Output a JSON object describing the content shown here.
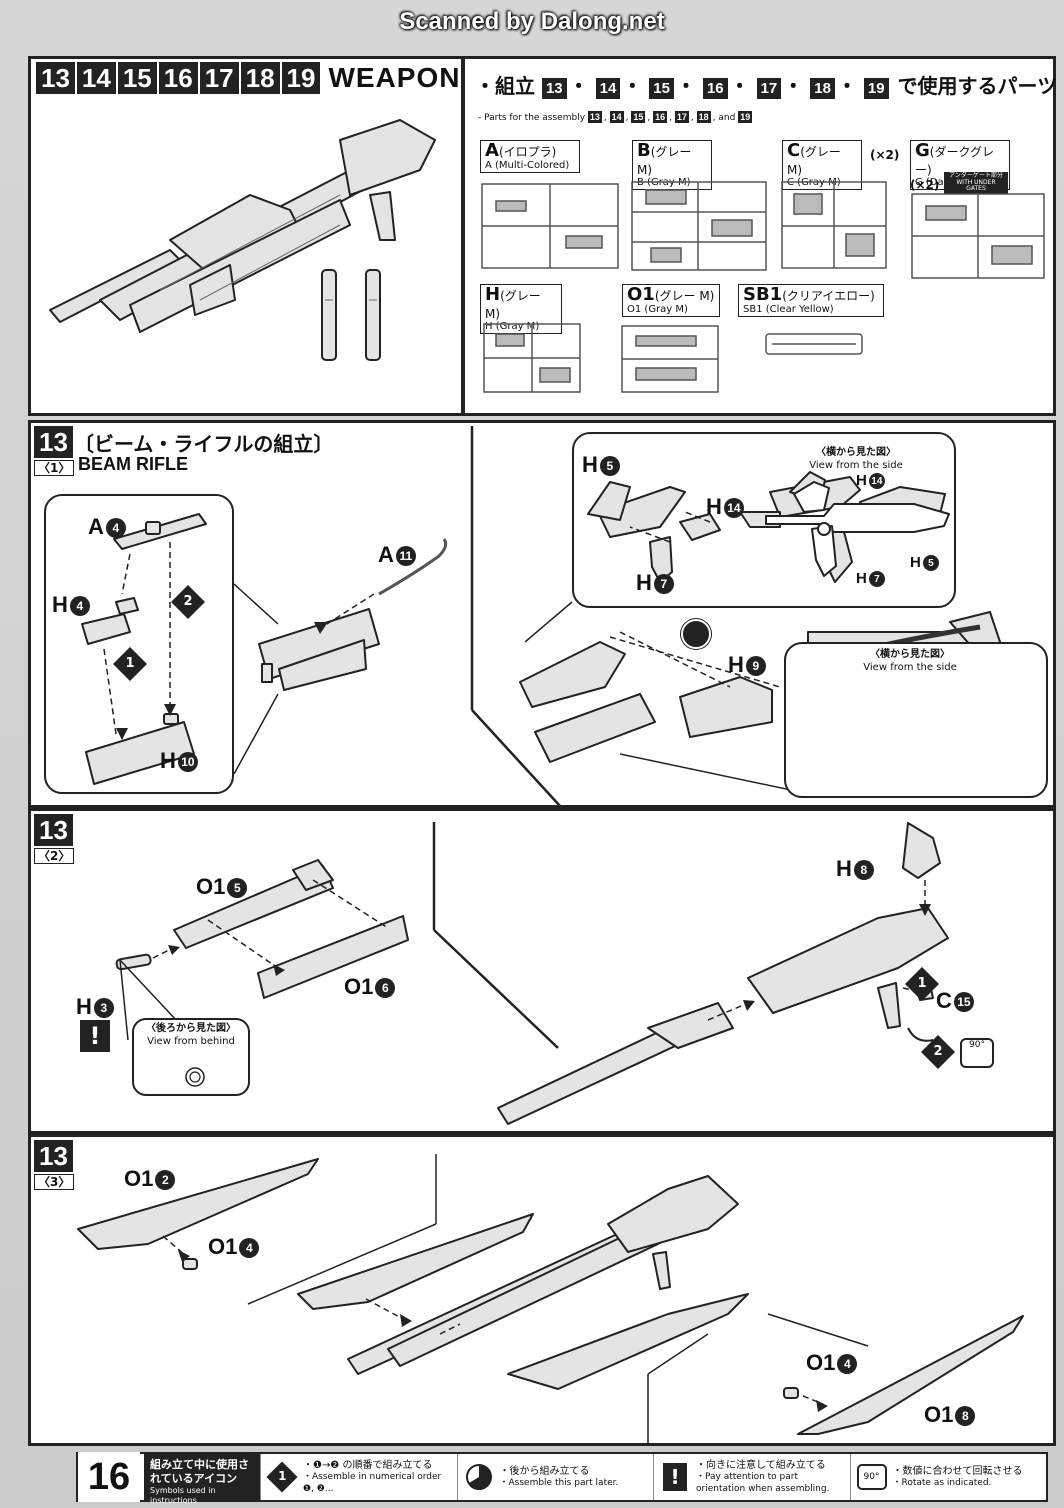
{
  "scan_header": "Scanned by Dalong.net",
  "weapons_section": {
    "steps": [
      "13",
      "14",
      "15",
      "16",
      "17",
      "18",
      "19"
    ],
    "title": "WEAPONS"
  },
  "parts_panel": {
    "head_prefix": "・組立",
    "head_steps": [
      "13",
      "14",
      "15",
      "16",
      "17",
      "18",
      "19"
    ],
    "head_suffix": "で使用するパーツ",
    "sub_prefix": "- Parts for the assembly",
    "sub_steps": [
      "13",
      "14",
      "15",
      "16",
      "17",
      "18"
    ],
    "sub_and": ", and",
    "sub_last": "19",
    "runners": [
      {
        "letter": "A",
        "jp": "(イロプラ)",
        "en": "A (Multi-Colored)",
        "qty": ""
      },
      {
        "letter": "B",
        "jp": "(グレー M)",
        "en": "B (Gray M)",
        "qty": ""
      },
      {
        "letter": "C",
        "jp": "(グレー M)",
        "en": "C (Gray M)",
        "qty": "(×2)"
      },
      {
        "letter": "G",
        "jp": "(ダークグレー)",
        "en": "G (Dark Gray)",
        "qty": "(×2)"
      },
      {
        "letter": "H",
        "jp": "(グレー M)",
        "en": "H (Gray M)",
        "qty": ""
      },
      {
        "letter": "O1",
        "jp": "(グレー M)",
        "en": "O1 (Gray M)",
        "qty": ""
      },
      {
        "letter": "SB1",
        "jp": "(クリアイエロー)",
        "en": "SB1 (Clear Yellow)",
        "qty": ""
      }
    ],
    "under_gate_tag_jp": "アンダーゲート部分",
    "under_gate_tag_en": "WITH UNDER GATES"
  },
  "step13_1": {
    "num": "13",
    "sub": "〈1〉",
    "title_jp": "〔ビーム・ライフルの組立〕",
    "title_en": "BEAM RIFLE",
    "callouts": {
      "a4": "A",
      "a4n": "4",
      "h4": "H",
      "h4n": "4",
      "h10": "H",
      "h10n": "10",
      "a11": "A",
      "a11n": "11",
      "h5": "H",
      "h5n": "5",
      "h14": "H",
      "h14n": "14",
      "h7": "H",
      "h7n": "7",
      "h9": "H",
      "h9n": "9"
    },
    "side_view_jp": "〈横から見た図〉",
    "side_view_en": "View from the side",
    "side_labels": {
      "h14": "H",
      "h14n": "14",
      "h7": "H",
      "h7n": "7",
      "h5": "H",
      "h5n": "5"
    },
    "order1": "1",
    "order2": "2"
  },
  "step13_2": {
    "num": "13",
    "sub": "〈2〉",
    "callouts": {
      "o15": "O1",
      "o15n": "5",
      "o16": "O1",
      "o16n": "6",
      "h3": "H",
      "h3n": "3",
      "h8": "H",
      "h8n": "8",
      "c15": "C",
      "c15n": "15"
    },
    "behind_jp": "〈後ろから見た図〉",
    "behind_en": "View from behind",
    "warn": "!",
    "rotate": "90°",
    "order1": "1",
    "order2": "2"
  },
  "step13_3": {
    "num": "13",
    "sub": "〈3〉",
    "callouts": {
      "o12": "O1",
      "o12n": "2",
      "o14a": "O1",
      "o14an": "4",
      "o14b": "O1",
      "o14bn": "4",
      "o18": "O1",
      "o18n": "8"
    }
  },
  "footer": {
    "page_number": "16",
    "legend_jp": "組み立て中に使用されているアイコン",
    "legend_en": "Symbols used in instructions",
    "items": [
      {
        "sym": "1",
        "jp": "・❶→❷ の順番で組み立てる",
        "en": "・Assemble in numerical order ❶, ❷..."
      },
      {
        "sym": "back",
        "jp": "・後から組み立てる",
        "en": "・Assemble this part later."
      },
      {
        "sym": "!",
        "jp": "・向きに注意して組み立てる",
        "en": "・Pay attention to part orientation when assembling."
      },
      {
        "sym": "90°",
        "jp": "・数値に合わせて回転させる",
        "en": "・Rotate as indicated."
      }
    ]
  }
}
